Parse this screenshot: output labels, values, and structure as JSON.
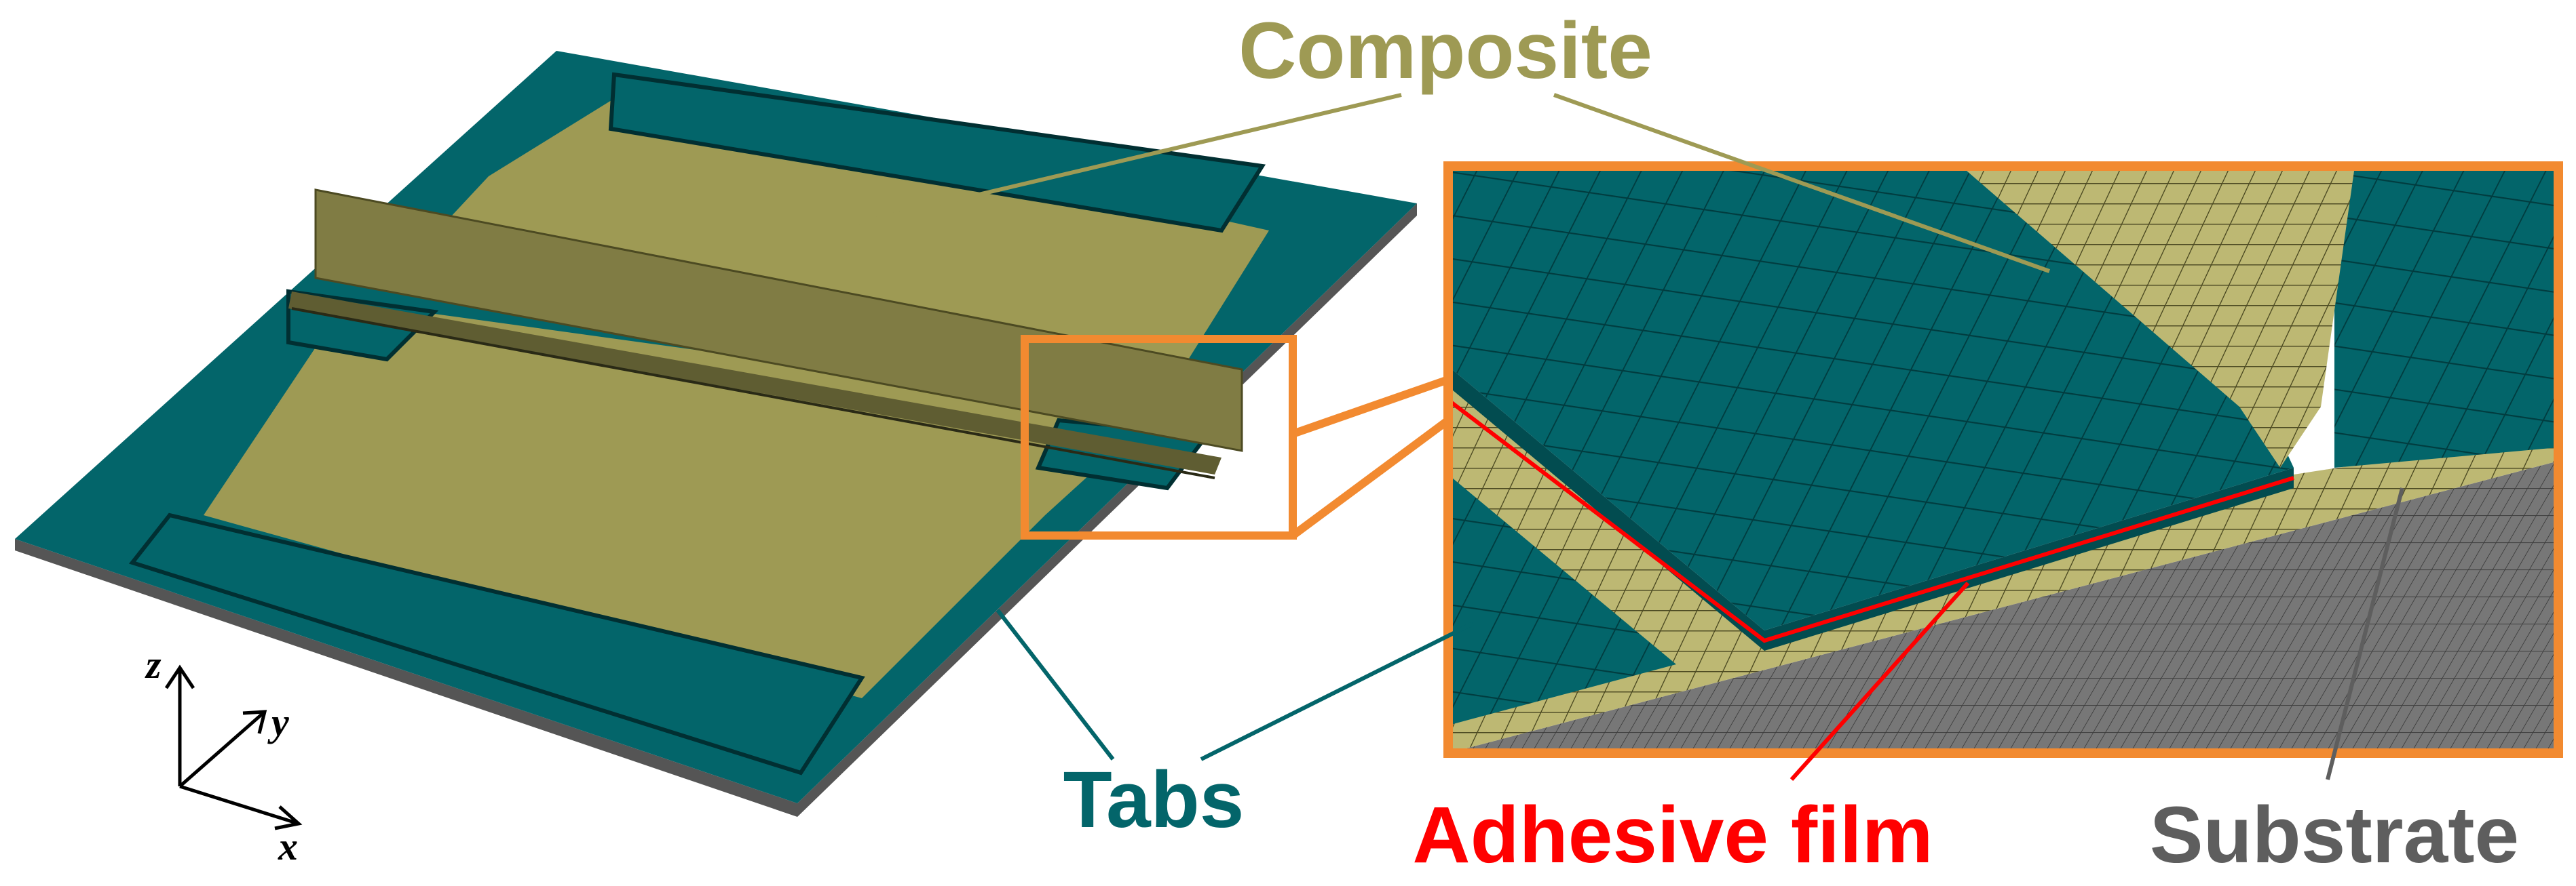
{
  "labels": {
    "composite": "Composite",
    "tabs": "Tabs",
    "adhesive": "Adhesive film",
    "substrate": "Substrate"
  },
  "axes": {
    "z": "z",
    "y": "y",
    "x": "x"
  },
  "colors": {
    "composite": "#9e9a54",
    "composite_dark": "#7f7b42",
    "tab": "#03656a",
    "tab_dark": "#024c50",
    "substrate": "#6b6b6b",
    "adhesive": "#ff0000",
    "callout": "#f28a30",
    "composite_text": "#9e9a54",
    "tabs_text": "#03656a",
    "adhesive_text": "#ff0000",
    "substrate_text": "#5e5e5e"
  }
}
